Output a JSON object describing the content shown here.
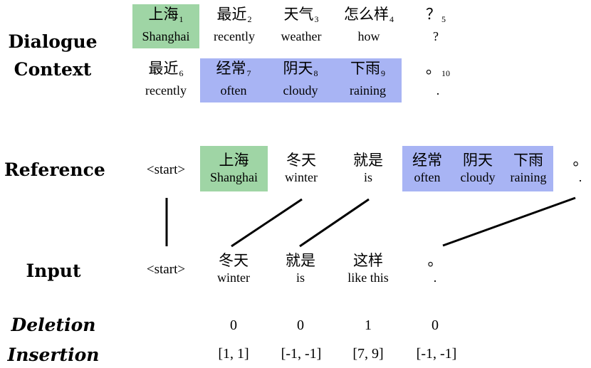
{
  "labels": {
    "dialogue_context": "Dialogue\nContext",
    "reference": "Reference",
    "input": "Input",
    "deletion": "Deletion",
    "insertion": "Insertion"
  },
  "context_row1": [
    {
      "zh": "上海",
      "sub": "1",
      "en": "Shanghai"
    },
    {
      "zh": "最近",
      "sub": "2",
      "en": "recently"
    },
    {
      "zh": "天气",
      "sub": "3",
      "en": "weather"
    },
    {
      "zh": "怎么样",
      "sub": "4",
      "en": "how"
    },
    {
      "zh": "？",
      "sub": "5",
      "en": "?"
    }
  ],
  "context_row2": [
    {
      "zh": "最近",
      "sub": "6",
      "en": "recently"
    },
    {
      "zh": "经常",
      "sub": "7",
      "en": "often"
    },
    {
      "zh": "阴天",
      "sub": "8",
      "en": "cloudy"
    },
    {
      "zh": "下雨",
      "sub": "9",
      "en": "raining"
    },
    {
      "zh": "。",
      "sub": "10",
      "en": "."
    }
  ],
  "reference": {
    "start": "<start>",
    "tokens": [
      {
        "zh": "上海",
        "en": "Shanghai"
      },
      {
        "zh": "冬天",
        "en": "winter"
      },
      {
        "zh": "就是",
        "en": "is"
      },
      {
        "zh": "经常",
        "en": "often"
      },
      {
        "zh": "阴天",
        "en": "cloudy"
      },
      {
        "zh": "下雨",
        "en": "raining"
      },
      {
        "zh": "。",
        "en": "."
      }
    ]
  },
  "input": {
    "start": "<start>",
    "tokens": [
      {
        "zh": "冬天",
        "en": "winter"
      },
      {
        "zh": "就是",
        "en": "is"
      },
      {
        "zh": "这样",
        "en": "like this"
      },
      {
        "zh": "。",
        "en": "."
      }
    ]
  },
  "deletion": [
    "0",
    "0",
    "1",
    "0"
  ],
  "insertion": [
    "[1, 1]",
    "[-1, -1]",
    "[7, 9]",
    "[-1, -1]"
  ],
  "colors": {
    "green": "#9fd5a5",
    "blue": "#a8b4f4"
  }
}
